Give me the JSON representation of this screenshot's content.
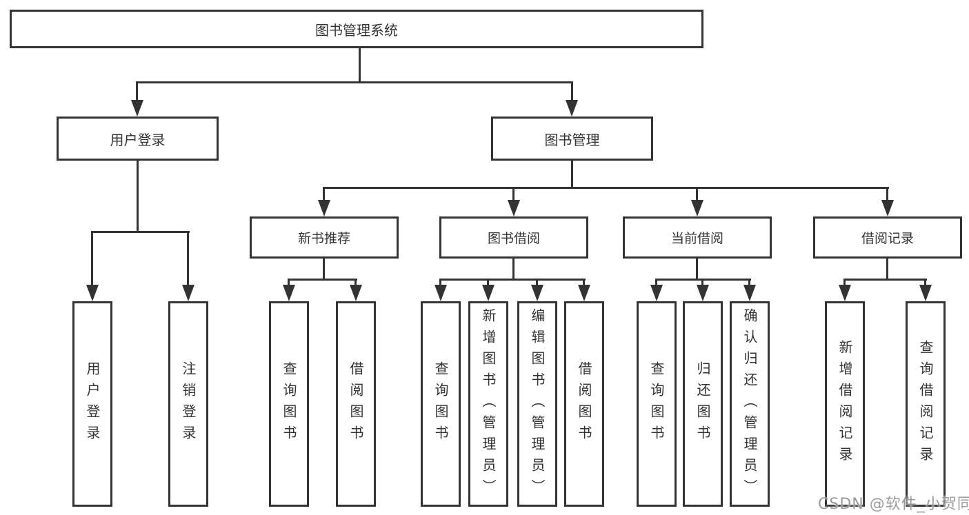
{
  "diagram": {
    "title": "图书管理系统",
    "level2": {
      "user_login": "用户登录",
      "book_mgmt": "图书管理"
    },
    "level3": {
      "new_books": "新书推荐",
      "book_borrow": "图书借阅",
      "current_borrow": "当前借阅",
      "borrow_records": "借阅记录"
    },
    "leaves": {
      "user_login": [
        "用户登录",
        "注销登录"
      ],
      "new_books": [
        "查询图书",
        "借阅图书"
      ],
      "book_borrow": [
        "查询图书",
        "新增图书（管理员）",
        "编辑图书（管理员）",
        "借阅图书"
      ],
      "current_borrow": [
        "查询图书",
        "归还图书",
        "确认归还（管理员）"
      ],
      "borrow_records": [
        "新增借阅记录",
        "查询借阅记录"
      ]
    },
    "watermark": "CSDN @软件_小贺同学",
    "colors": {
      "line": "#333333",
      "text": "#333333",
      "background": "#ffffff",
      "watermark": "#9b9b9b"
    }
  }
}
